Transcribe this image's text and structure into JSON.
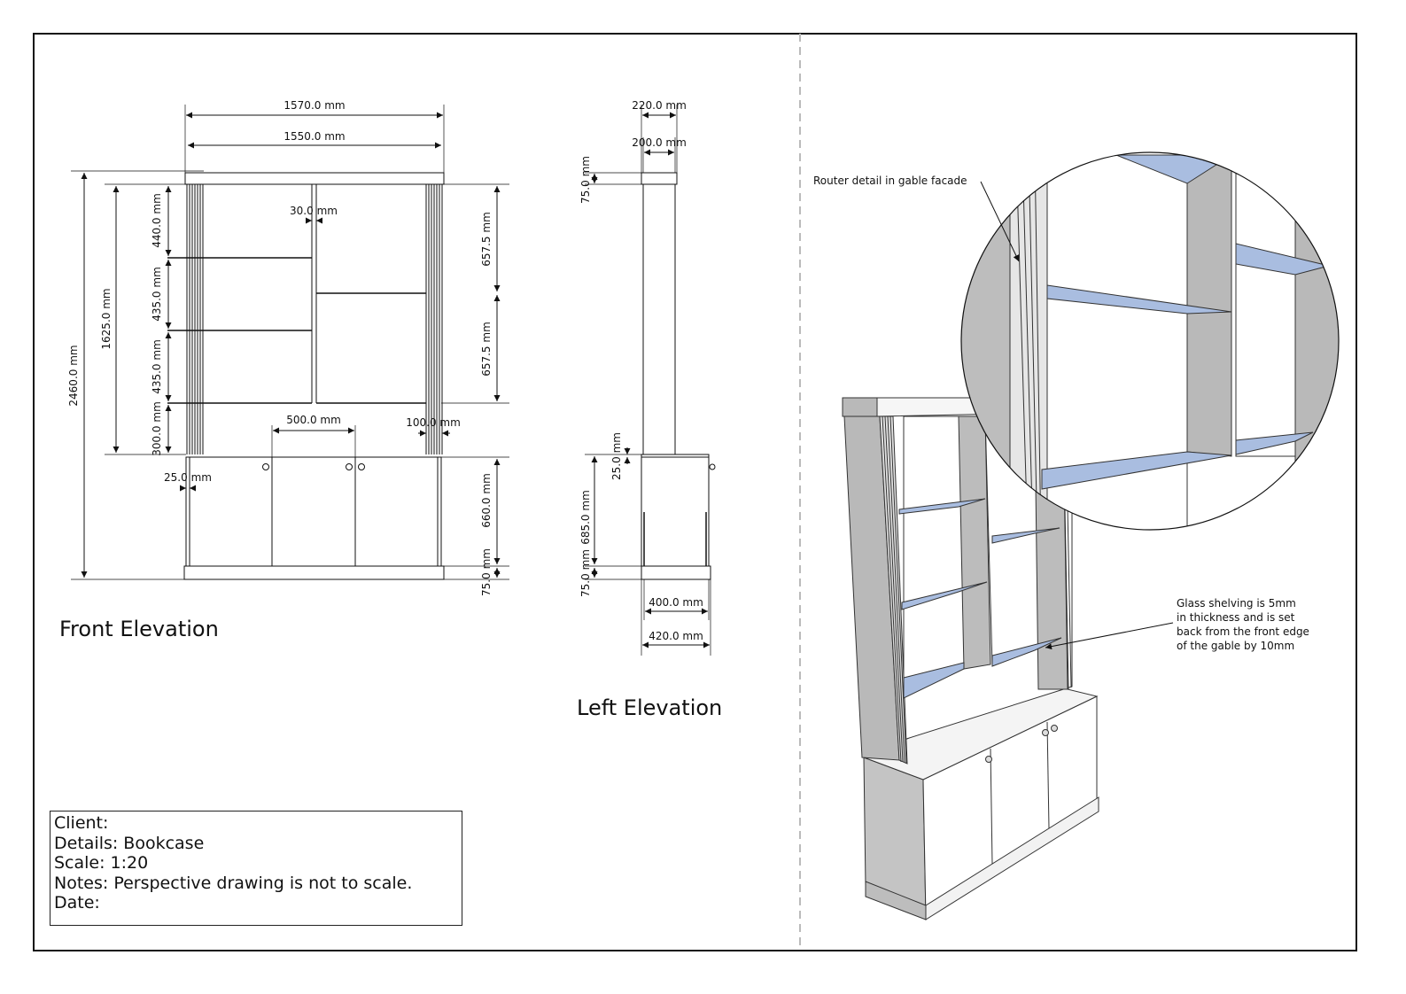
{
  "drawing": {
    "front_title": "Front Elevation",
    "left_title": "Left Elevation"
  },
  "front_dims": {
    "w1570": "1570.0 mm",
    "w1550": "1550.0 mm",
    "h2460": "2460.0 mm",
    "h1625": "1625.0 mm",
    "s440": "440.0 mm",
    "s435a": "435.0 mm",
    "s435b": "435.0 mm",
    "s300": "300.0 mm",
    "d30": "30.0 mm",
    "r657a": "657.5 mm",
    "r657b": "657.5 mm",
    "d500": "500.0 mm",
    "d100": "100.0 mm",
    "d25": "25.0 mm",
    "r660": "660.0 mm",
    "r75": "75.0 mm"
  },
  "left_dims": {
    "w220": "220.0 mm",
    "w200": "200.0 mm",
    "h75top": "75.0 mm",
    "h25": "25.0 mm",
    "h685": "685.0 mm",
    "h75bot": "75.0 mm",
    "w400": "400.0 mm",
    "w420": "420.0 mm"
  },
  "annotations": {
    "router": "Router detail in gable facade",
    "glass_lines": [
      "Glass shelving is 5mm",
      "in thickness and is set",
      "back from the front edge",
      "of the gable by 10mm"
    ]
  },
  "title_block": {
    "client": "Client:",
    "details": "Details: Bookcase",
    "scale": "Scale: 1:20",
    "notes": "Notes: Perspective drawing is not to scale.",
    "date": "Date:"
  },
  "colors": {
    "line": "#111111",
    "gable_grey": "#b9b9b9",
    "glass_blue": "#a9bde0",
    "divider": "#bbbbbb"
  }
}
